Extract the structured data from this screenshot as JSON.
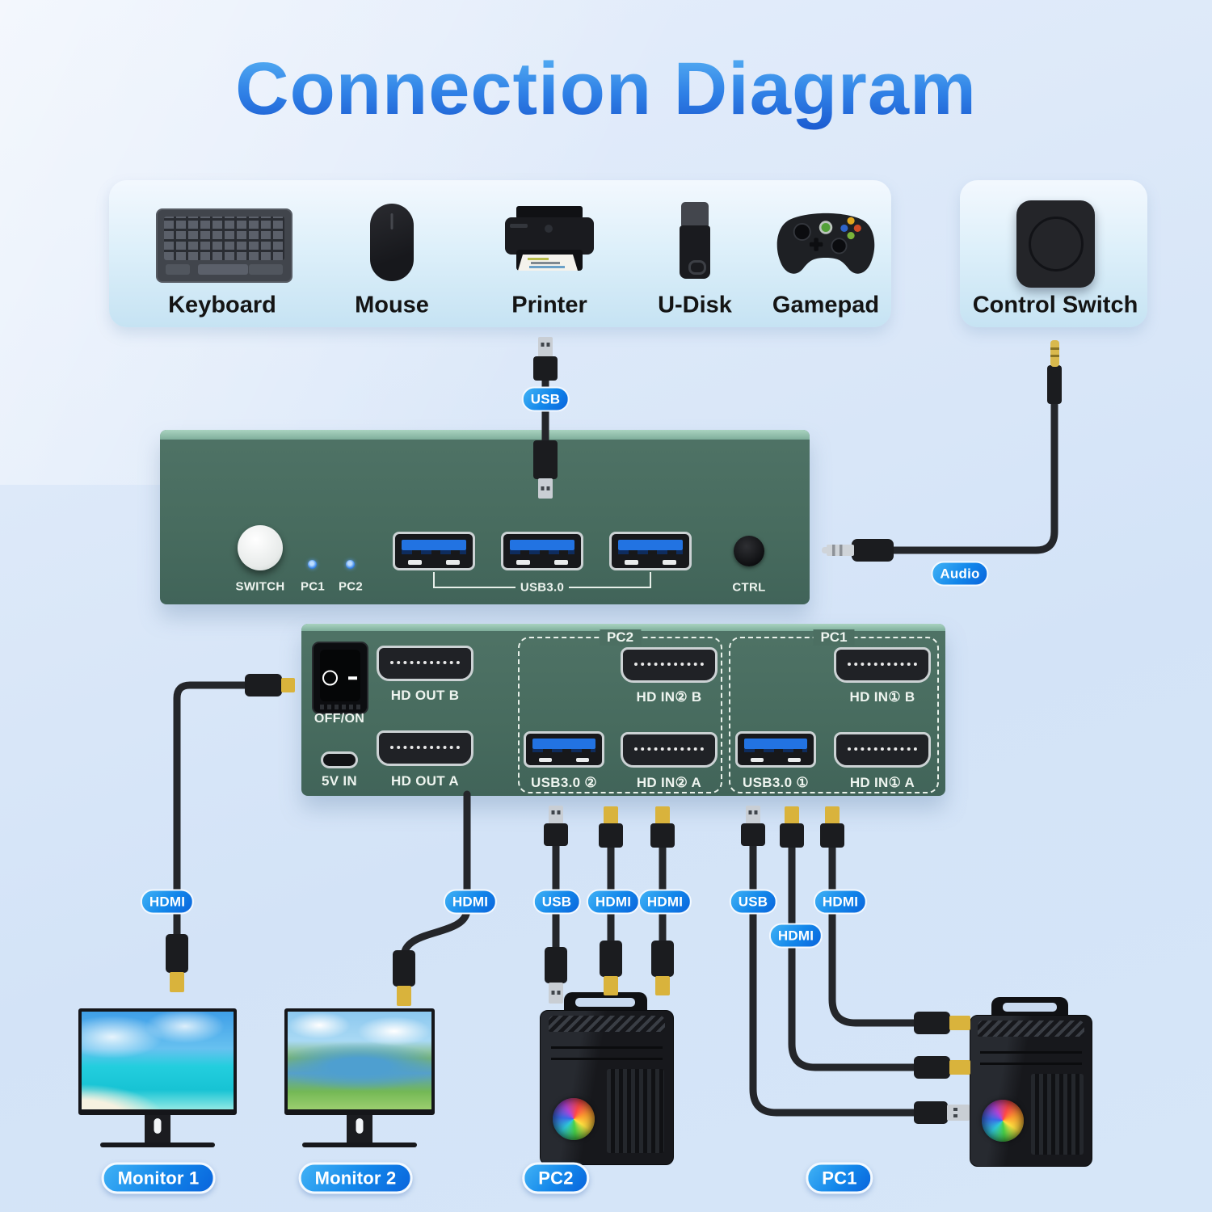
{
  "title": "Connection Diagram",
  "peripheral_panel": {
    "items": [
      {
        "label": "Keyboard"
      },
      {
        "label": "Mouse"
      },
      {
        "label": "Printer"
      },
      {
        "label": "U-Disk"
      },
      {
        "label": "Gamepad"
      }
    ]
  },
  "control_panel": {
    "label": "Control Switch"
  },
  "front_panel": {
    "switch_label": "SWITCH",
    "led_labels": [
      "PC1",
      "PC2"
    ],
    "usb_group_label": "USB3.0",
    "ctrl_label": "CTRL"
  },
  "back_panel": {
    "power_switch_label": "OFF/ON",
    "power_in_label": "5V IN",
    "hd_out_b_label": "HD OUT B",
    "hd_out_a_label": "HD OUT A",
    "pc2_zone": {
      "label": "PC2",
      "hd_in_b_label": "HD IN② B",
      "usb_label": "USB3.0 ②",
      "hd_in_a_label": "HD IN② A"
    },
    "pc1_zone": {
      "label": "PC1",
      "hd_in_b_label": "HD IN① B",
      "usb_label": "USB3.0 ①",
      "hd_in_a_label": "HD IN① A"
    }
  },
  "cable_labels": {
    "printer_usb": "USB",
    "audio": "Audio",
    "monitor1_hdmi": "HDMI",
    "monitor2_hdmi": "HDMI",
    "pc2_usb": "USB",
    "pc2_hdmi_a": "HDMI",
    "pc2_hdmi_b": "HDMI",
    "pc1_usb": "USB",
    "pc1_hdmi_a": "HDMI",
    "pc1_hdmi_b": "HDMI"
  },
  "devices": {
    "monitor1_label": "Monitor 1",
    "monitor2_label": "Monitor 2",
    "pc2_label": "PC2",
    "pc1_label": "PC1"
  },
  "colors": {
    "title_gradient_top": "#5db8f5",
    "title_gradient_bottom": "#1b59cf",
    "panel_green": "#486c5f",
    "panel_top_strip": "#94c3ae",
    "pill_blue_start": "#41b2f5",
    "pill_blue_end": "#0a64dc",
    "usb_tongue_blue": "#2273e2",
    "background_blue": "#d8e5f8"
  }
}
